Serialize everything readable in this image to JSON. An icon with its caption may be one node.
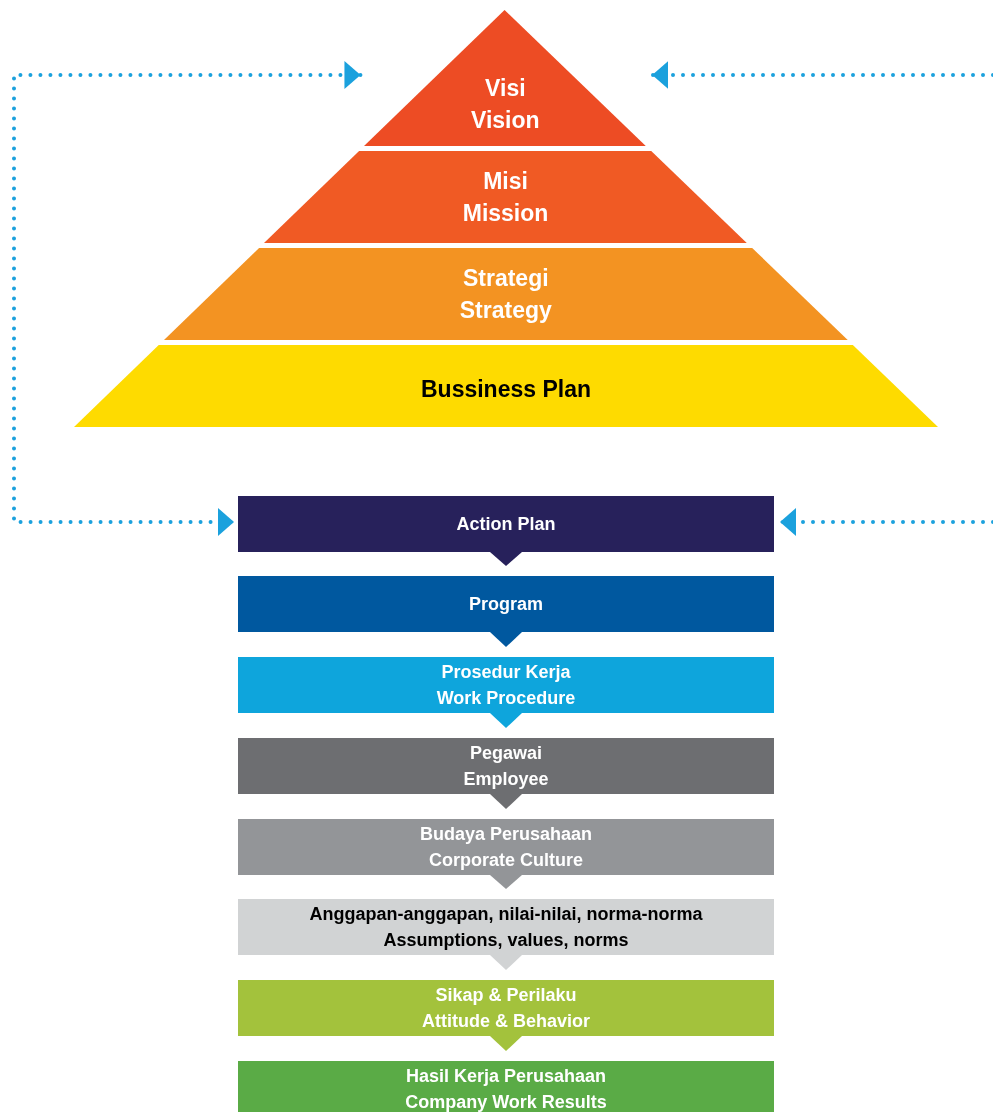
{
  "diagram": {
    "nodes": [
      {
        "text": [
          "Visi",
          "Vision"
        ]
      },
      {
        "text": [
          "Misi",
          "Mission"
        ]
      },
      {
        "text": [
          "Strategi",
          "Strategy"
        ]
      },
      {
        "text": [
          "Bussiness Plan"
        ]
      },
      {
        "text": [
          "Action Plan"
        ]
      },
      {
        "text": [
          "Program"
        ]
      },
      {
        "text": [
          "Prosedur Kerja",
          "Work Procedure"
        ]
      },
      {
        "text": [
          "Pegawai",
          "Employee"
        ]
      },
      {
        "text": [
          "Budaya Perusahaan",
          "Corporate Culture"
        ]
      },
      {
        "text": [
          "Anggapan-anggapan, nilai-nilai, norma-norma",
          "Assumptions, values, norms"
        ]
      },
      {
        "text": [
          "Sikap & Perilaku",
          "Attitude & Behavior"
        ]
      },
      {
        "text": [
          "Hasil Kerja Perusahaan",
          "Company Work Results"
        ]
      }
    ],
    "edges": [
      {
        "from": 4,
        "to": 5,
        "arrow": "to"
      },
      {
        "from": 5,
        "to": 6,
        "arrow": "to"
      },
      {
        "from": 6,
        "to": 7,
        "arrow": "to"
      },
      {
        "from": 7,
        "to": 8,
        "arrow": "to"
      },
      {
        "from": 8,
        "to": 9,
        "arrow": "to"
      },
      {
        "from": 9,
        "to": 10,
        "arrow": "to"
      },
      {
        "from": 10,
        "to": 11,
        "arrow": "to"
      },
      {
        "from": 0,
        "to": 4,
        "arrow": "both",
        "style": "dashed",
        "color": "#1ba1dd"
      },
      {
        "from": null,
        "to": 0,
        "arrow": "to",
        "style": "dashed",
        "color": "#1ba1dd"
      },
      {
        "from": null,
        "to": 4,
        "arrow": "to",
        "style": "dashed",
        "color": "#1ba1dd"
      }
    ]
  }
}
